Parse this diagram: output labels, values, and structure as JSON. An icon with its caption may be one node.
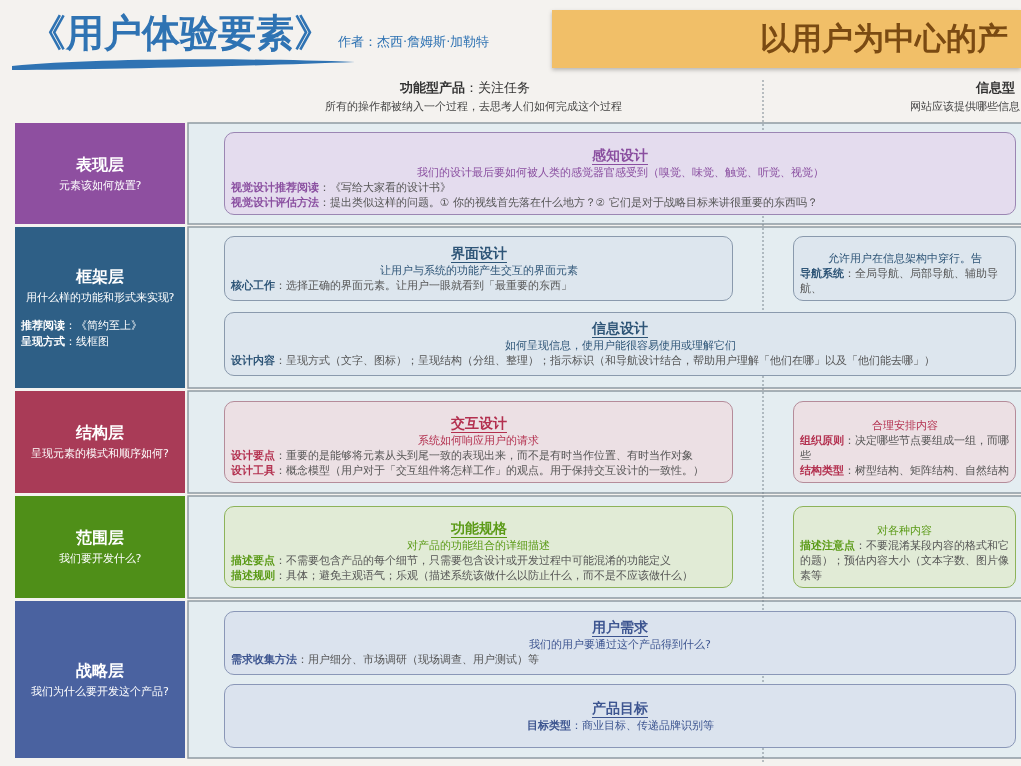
{
  "diagram": {
    "title": "《用户体验要素》",
    "nodes": [
      {
        "text": [
          "以用户为中心的产"
        ]
      },
      {
        "text": [
          "表现层",
          "元素该如何放置?"
        ]
      },
      {
        "text": [
          "感知设计",
          "我们的设计最后要如何被人类的感觉器官感受到（嗅觉、味觉、触觉、听觉、视觉）",
          "**视觉设计推荐阅读**：《写给大家看的设计书》",
          "**视觉设计评估方法**：提出类似这样的问题。① 你的视线首先落在什么地方？② 它们是对于战略目标来讲很重要的东西吗？"
        ]
      },
      {
        "text": [
          "框架层",
          "用什么样的功能和形式来实现?",
          "**推荐阅读**：《简约至上》",
          "**呈现方式**：线框图"
        ]
      },
      {
        "text": [
          "界面设计",
          "让用户与系统的功能产生交互的界面元素",
          "**核心工作**：选择正确的界面元素。让用户一眼就看到「最重要的东西」"
        ]
      },
      {
        "text": [
          "允许用户在信息架构中穿行。告",
          "**导航系统**：全局导航、局部导航、辅助导航、"
        ]
      },
      {
        "text": [
          "信息设计",
          "如何呈现信息，使用户能很容易使用或理解它们",
          "**设计内容**：呈现方式（文字、图标）；呈现结构（分组、整理）；指示标识（和导航设计结合，帮助用户理解「他们在哪」以及「他们能去哪」）"
        ]
      },
      {
        "text": [
          "结构层",
          "呈现元素的模式和顺序如何?"
        ]
      },
      {
        "text": [
          "交互设计",
          "系统如何响应用户的请求",
          "**设计要点**：重要的是能够将元素从头到尾一致的表现出来，而不是有时当作位置、有时当作对象",
          "**设计工具**：概念模型（用户对于「交互组件将怎样工作」的观点。用于保持交互设计的一致性。）"
        ]
      },
      {
        "text": [
          "合理安排内容",
          "**组织原则**：决定哪些节点要组成一组，而哪些",
          "**结构类型**：树型结构、矩阵结构、自然结构"
        ]
      },
      {
        "text": [
          "范围层",
          "我们要开发什么?"
        ]
      },
      {
        "text": [
          "功能规格",
          "对产品的功能组合的详细描述",
          "**描述要点**：不需要包含产品的每个细节，只需要包含设计或开发过程中可能混淆的功能定义",
          "**描述规则**：具体；避免主观语气；乐观（描述系统该做什么以防止什么，而不是不应该做什么）"
        ]
      },
      {
        "text": [
          "对各种内容",
          "**描述注意点**：不要混淆某段内容的格式和它的题）；预估内容大小（文本字数、图片像素等"
        ]
      },
      {
        "text": [
          "战略层",
          "我们为什么要开发这个产品?"
        ]
      },
      {
        "text": [
          "用户需求",
          "我们的用户要通过这个产品得到什么?",
          "**需求收集方法**：用户细分、市场调研（现场调查、用户测试）等"
        ]
      },
      {
        "text": [
          "产品目标",
          "**目标类型**：商业目标、传递品牌识别等"
        ]
      }
    ],
    "labels": [
      "作者：杰西·詹姆斯·加勒特",
      "**功能型产品**：关注任务",
      "所有的操作都被纳入一个过程，去思考人们如何完成这个过程",
      "信息型",
      "网站应该提供哪些信息"
    ]
  }
}
